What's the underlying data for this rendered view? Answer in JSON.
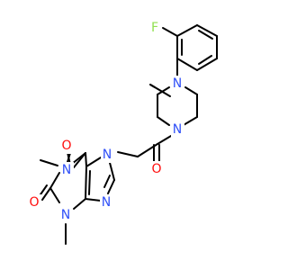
{
  "molecule": {
    "atoms": {
      "fluorine": "F",
      "piperazine_n_top": "N",
      "piperazine_n_bottom": "N",
      "ketone_o": "O",
      "n7": "N",
      "c6_o": "O",
      "n1": "N",
      "c2_o": "O",
      "n3": "N",
      "n9": "N"
    },
    "colors": {
      "bond": "#000000",
      "nitrogen": "#3050f8",
      "oxygen": "#ff0d0d",
      "fluorine": "#90e050"
    }
  }
}
